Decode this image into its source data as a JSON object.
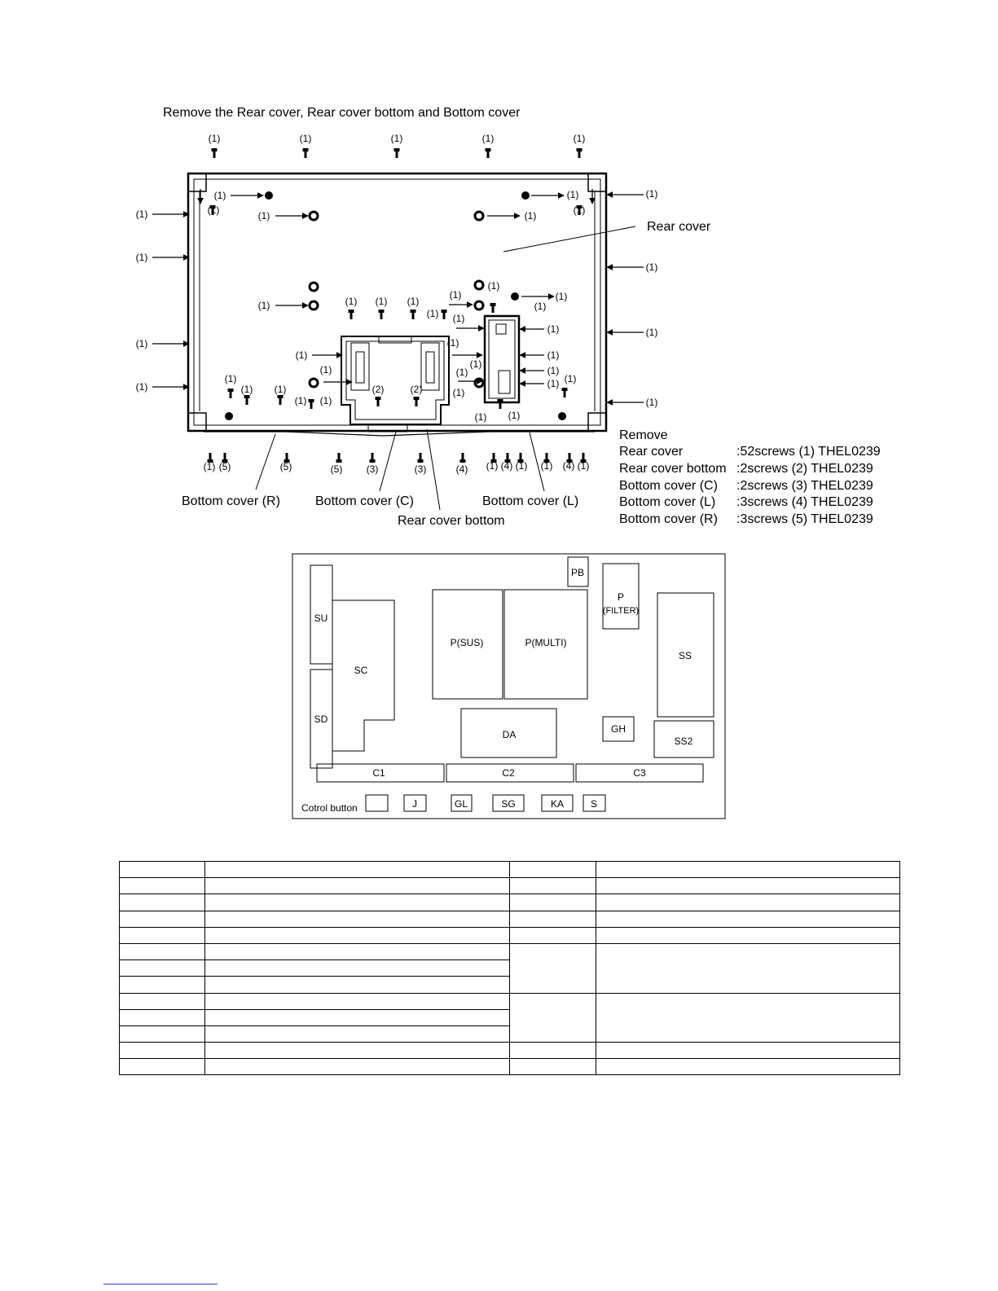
{
  "header": {
    "title": "Remove the Rear cover, Rear cover bottom and Bottom cover"
  },
  "diagram": {
    "screw_label_1": "(1)",
    "screw_label_2": "(2)",
    "screw_label_3": "(3)",
    "screw_label_4": "(4)",
    "screw_label_5": "(5)",
    "rear_cover": "Rear cover",
    "bottom_cover_r": "Bottom cover (R)",
    "bottom_cover_c": "Bottom cover (C)",
    "bottom_cover_l": "Bottom cover (L)",
    "rear_cover_bottom": "Rear cover bottom"
  },
  "remove_list": {
    "heading": "Remove",
    "items": [
      {
        "part": "Rear cover",
        "spec": ":52screws (1) THEL0239"
      },
      {
        "part": "Rear cover bottom",
        "spec": ":2screws (2) THEL0239"
      },
      {
        "part": "Bottom cover (C)",
        "spec": ":2screws (3) THEL0239"
      },
      {
        "part": "Bottom cover (L)",
        "spec": ":3screws (4) THEL0239"
      },
      {
        "part": "Bottom cover (R)",
        "spec": ":3screws (5) THEL0239"
      }
    ]
  },
  "board_layout": {
    "boards": {
      "pb": "PB",
      "p": "P",
      "p_filter": "(FILTER)",
      "su": "SU",
      "sc": "SC",
      "sd": "SD",
      "p_sus": "P(SUS)",
      "p_multi": "P(MULTI)",
      "ss": "SS",
      "gh": "GH",
      "ss2": "SS2",
      "da": "DA",
      "c1": "C1",
      "c2": "C2",
      "c3": "C3",
      "j": "J",
      "gl": "GL",
      "sg": "SG",
      "ka": "KA",
      "s": "S"
    },
    "control_button_label": "Cotrol button"
  },
  "table": {
    "rows": 13,
    "cols": 4
  }
}
